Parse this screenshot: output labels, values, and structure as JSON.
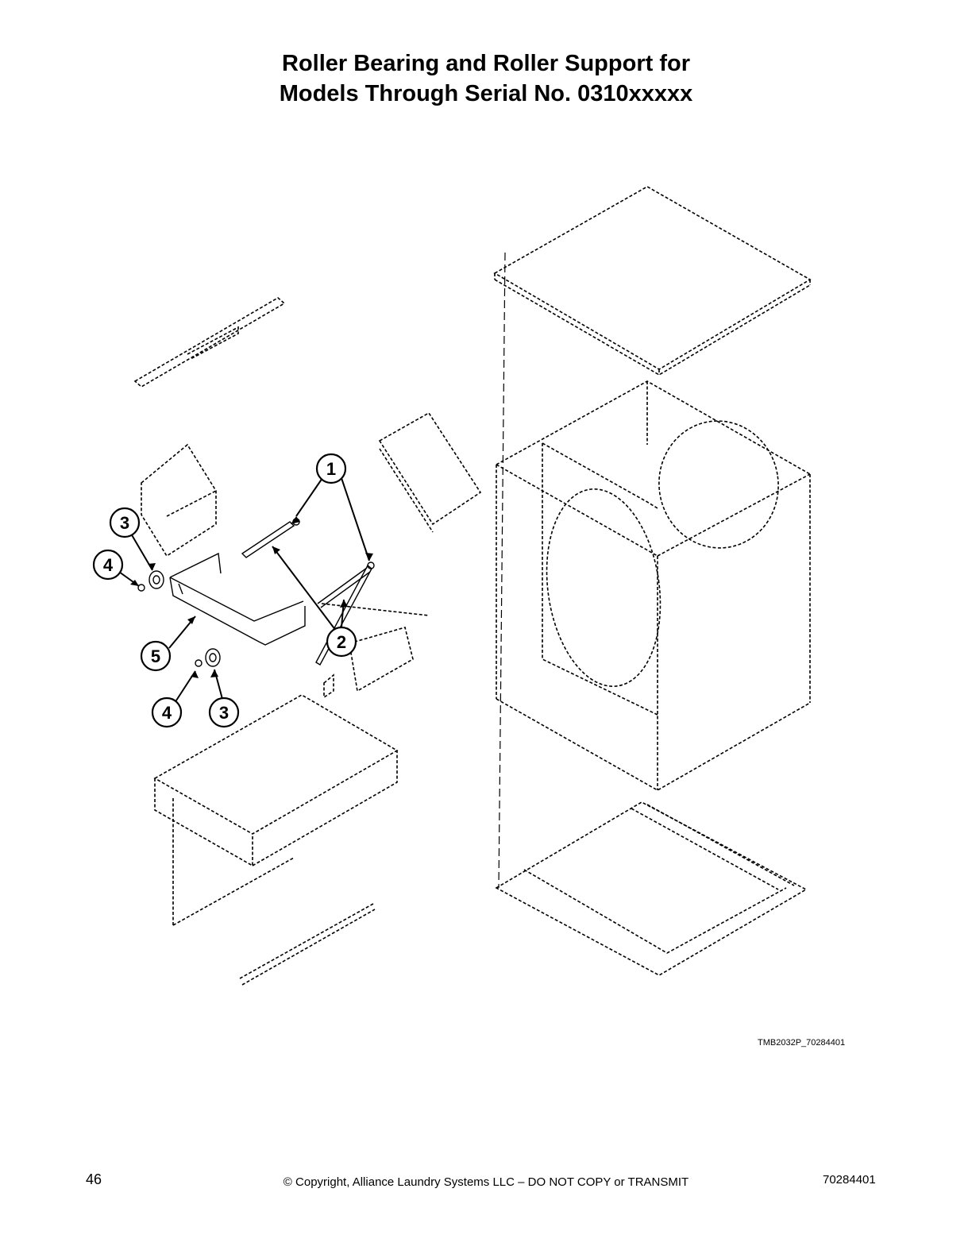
{
  "title": {
    "line1": "Roller Bearing and Roller Support for",
    "line2": "Models Through Serial No. 0310xxxxx"
  },
  "callouts": [
    "1",
    "2",
    "3",
    "4",
    "5",
    "4",
    "3"
  ],
  "figure_code": "TMB2032P_70284401",
  "footer": {
    "page_number": "46",
    "copyright": "© Copyright, Alliance Laundry Systems LLC – DO NOT COPY or TRANSMIT",
    "doc_number": "70284401"
  }
}
